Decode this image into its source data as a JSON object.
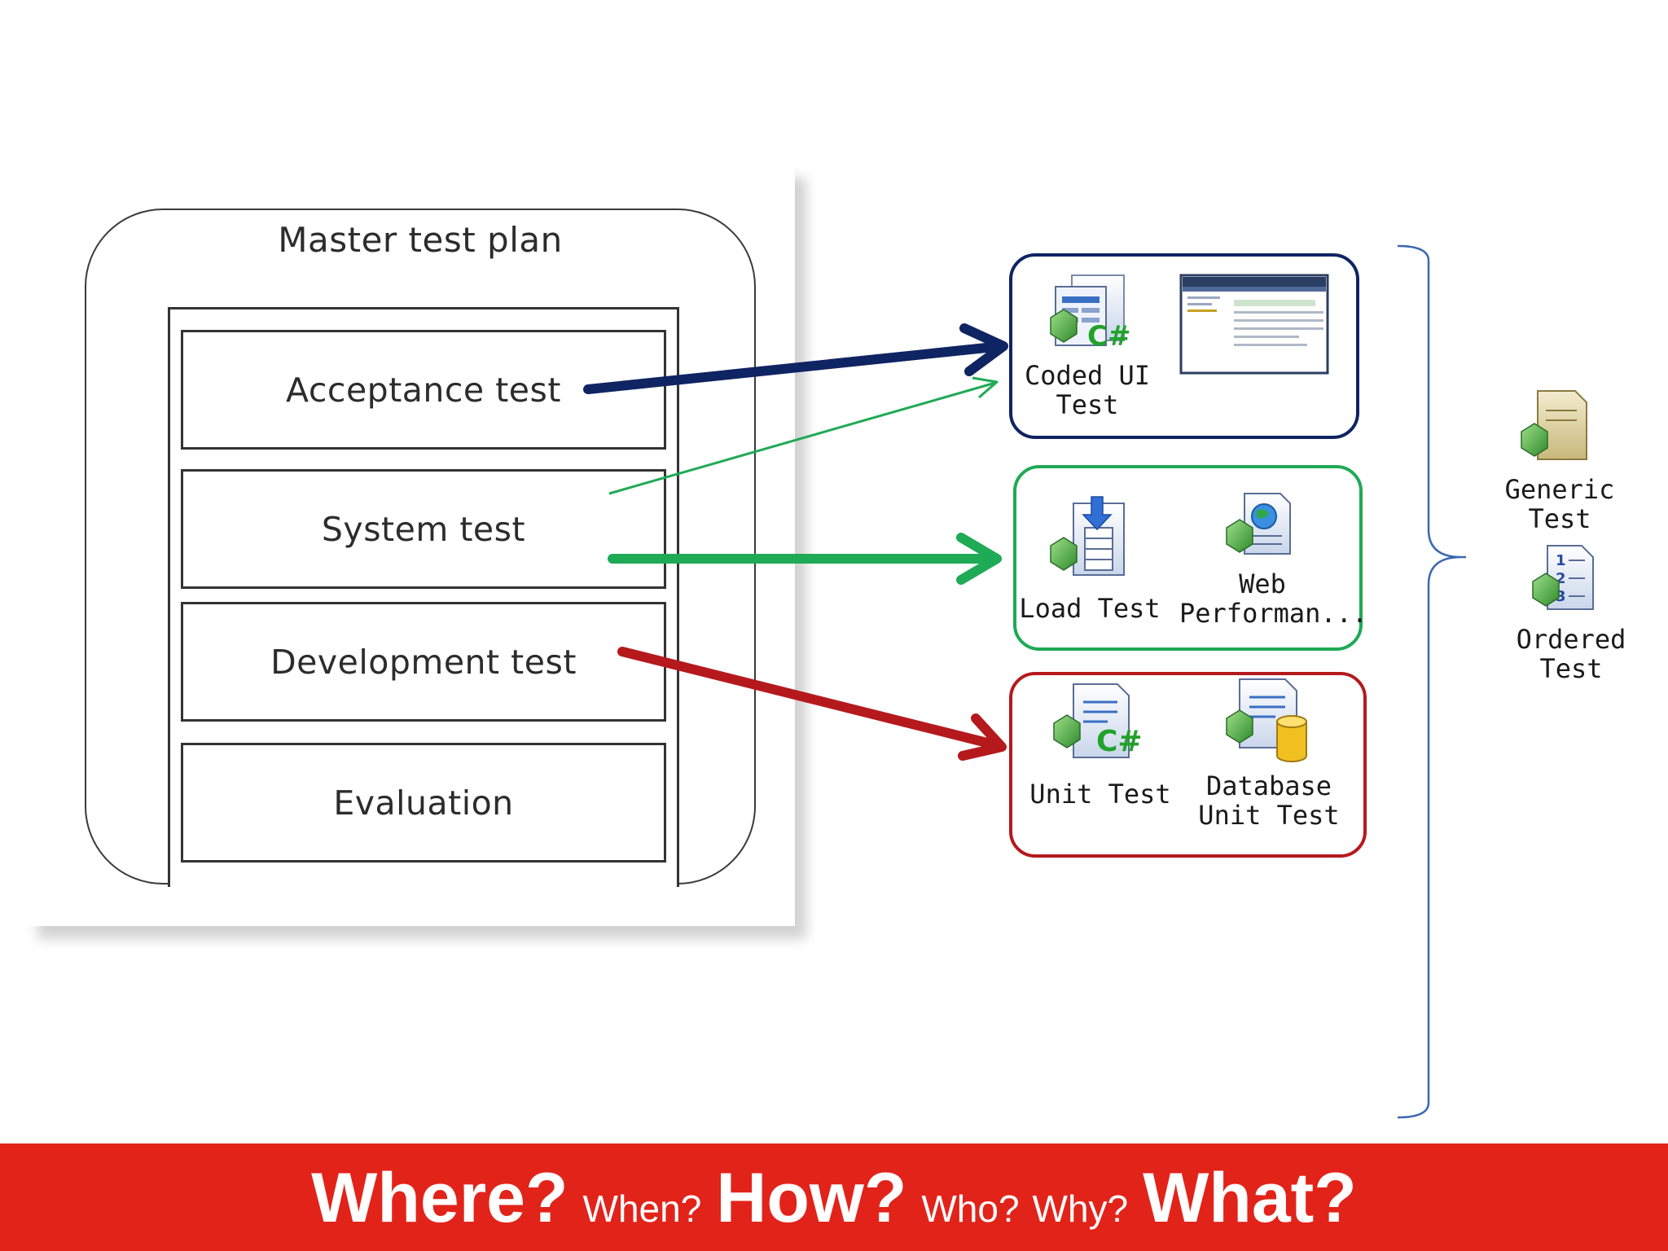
{
  "plan": {
    "title": "Master test plan",
    "levels": [
      "Acceptance test",
      "System test",
      "Development test",
      "Evaluation"
    ]
  },
  "groups": {
    "coded_ui": {
      "items": [
        "Coded UI\nTest"
      ]
    },
    "load": {
      "items": [
        "Load Test",
        "Web\nPerforman..."
      ]
    },
    "unit": {
      "items": [
        "Unit Test",
        "Database\nUnit Test"
      ]
    }
  },
  "extras": [
    "Generic Test",
    "Ordered Test"
  ],
  "arrows": {
    "dark_blue": "#0f2462",
    "green": "#1faa55",
    "red": "#b5191c",
    "bracket": "#3a68b0"
  },
  "footer": {
    "q1": "Where?",
    "q2": "When?",
    "q3": "How?",
    "q4": "Who?",
    "q5": "Why?",
    "q6": "What?"
  }
}
